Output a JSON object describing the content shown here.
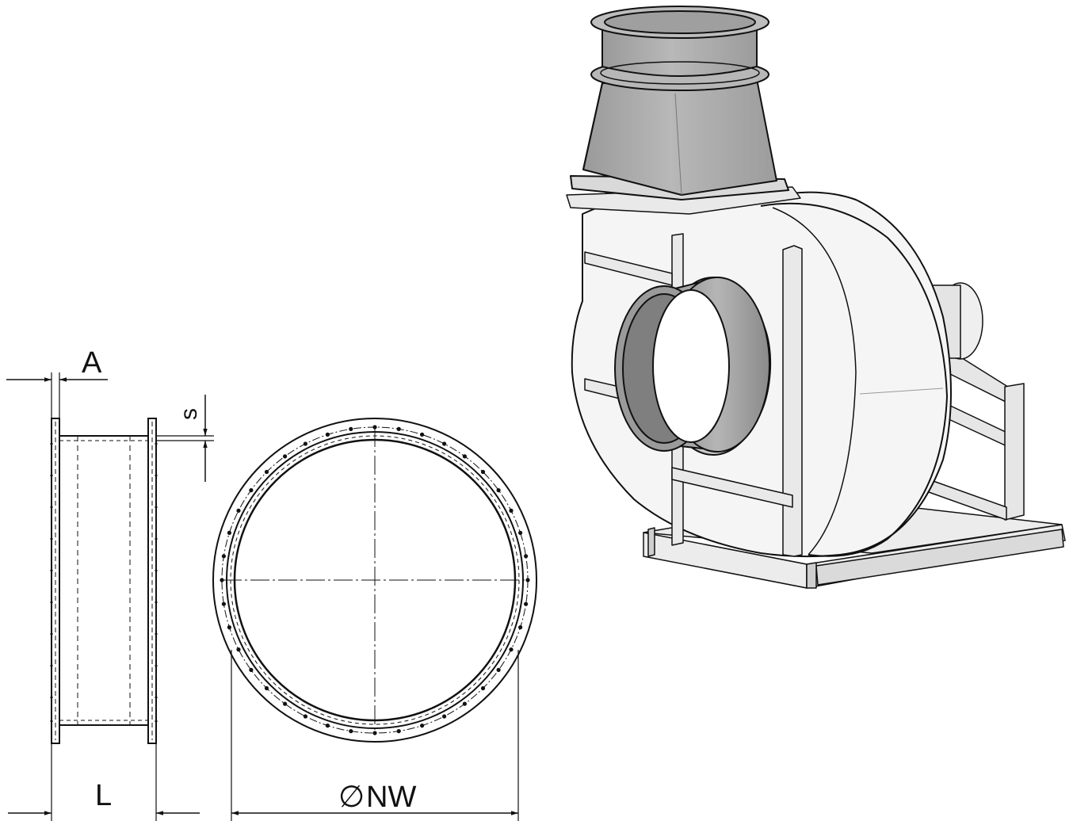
{
  "dimensions": {
    "flange_width_label": "A",
    "sheet_thickness_label": "s",
    "length_label": "L",
    "diameter_symbol": "∅",
    "diameter_label": "NW"
  },
  "colors": {
    "line": "#111111",
    "sleeve_gray": "#a9a9a9",
    "sleeve_dark": "#8c8c8c",
    "housing_fill": "#f4f4f4",
    "frame_fill": "#e9e9e9"
  },
  "icons": [
    "diameter-symbol-icon",
    "dimension-arrow-icon",
    "centrifugal-fan-illustration"
  ]
}
